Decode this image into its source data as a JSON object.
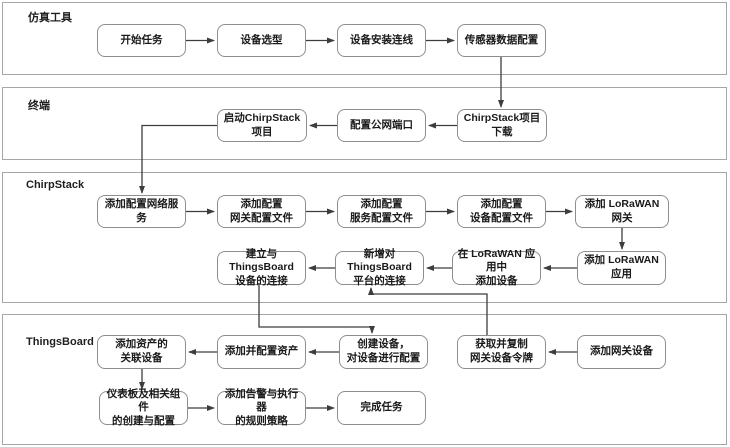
{
  "diagram": {
    "title": "IoT simulation-to-platform configuration flowchart",
    "lanes": [
      {
        "label": "仿真工具"
      },
      {
        "label": "终端"
      },
      {
        "label": "ChirpStack"
      },
      {
        "label": "ThingsBoard"
      }
    ],
    "nodes": [
      {
        "id": "start-task",
        "label": "开始任务"
      },
      {
        "id": "device-selection",
        "label": "设备选型"
      },
      {
        "id": "device-install-wiring",
        "label": "设备安装连线"
      },
      {
        "id": "sensor-data-config",
        "label": "传感器数据配置"
      },
      {
        "id": "launch-chirpstack-project",
        "label": "启动ChirpStack项目"
      },
      {
        "id": "configure-public-port",
        "label": "配置公网端口"
      },
      {
        "id": "chirpstack-project-download",
        "label": "ChirpStack项目下载"
      },
      {
        "id": "add-network-service-config",
        "label": "添加配置网络服务"
      },
      {
        "id": "add-gateway-profile",
        "label": "添加配置\n网关配置文件"
      },
      {
        "id": "add-service-profile",
        "label": "添加配置\n服务配置文件"
      },
      {
        "id": "add-device-profile",
        "label": "添加配置\n设备配置文件"
      },
      {
        "id": "add-lorawan-gateway",
        "label": "添加 LoRaWAN 网关"
      },
      {
        "id": "establish-thingsboard-device-connection",
        "label": "建立与ThingsBoard\n设备的连接"
      },
      {
        "id": "add-thingsboard-platform-connection",
        "label": "新增对ThingsBoard\n平台的连接"
      },
      {
        "id": "add-device-in-lorawan-app",
        "label": "在 LoRaWAN 应用中\n添加设备"
      },
      {
        "id": "add-lorawan-application",
        "label": "添加 LoRaWAN 应用"
      },
      {
        "id": "add-asset-related-devices",
        "label": "添加资产的\n关联设备"
      },
      {
        "id": "add-and-configure-assets",
        "label": "添加并配置资产"
      },
      {
        "id": "create-and-configure-device",
        "label": "创建设备，\n对设备进行配置"
      },
      {
        "id": "get-copy-gateway-token",
        "label": "获取并复制\n网关设备令牌"
      },
      {
        "id": "add-gateway-device",
        "label": "添加网关设备"
      },
      {
        "id": "dashboard-components-creation",
        "label": "仪表板及相关组件\n的创建与配置"
      },
      {
        "id": "add-alarm-actuator-rules",
        "label": "添加告警与执行器\n的规则策略"
      },
      {
        "id": "finish-task",
        "label": "完成任务"
      }
    ],
    "colors": {
      "background": "#ffffff",
      "lane_border": "#a6a6a6",
      "node_border": "#8e8e8e",
      "arrow": "#3d3d3d",
      "text": "#1a1a1a"
    }
  }
}
